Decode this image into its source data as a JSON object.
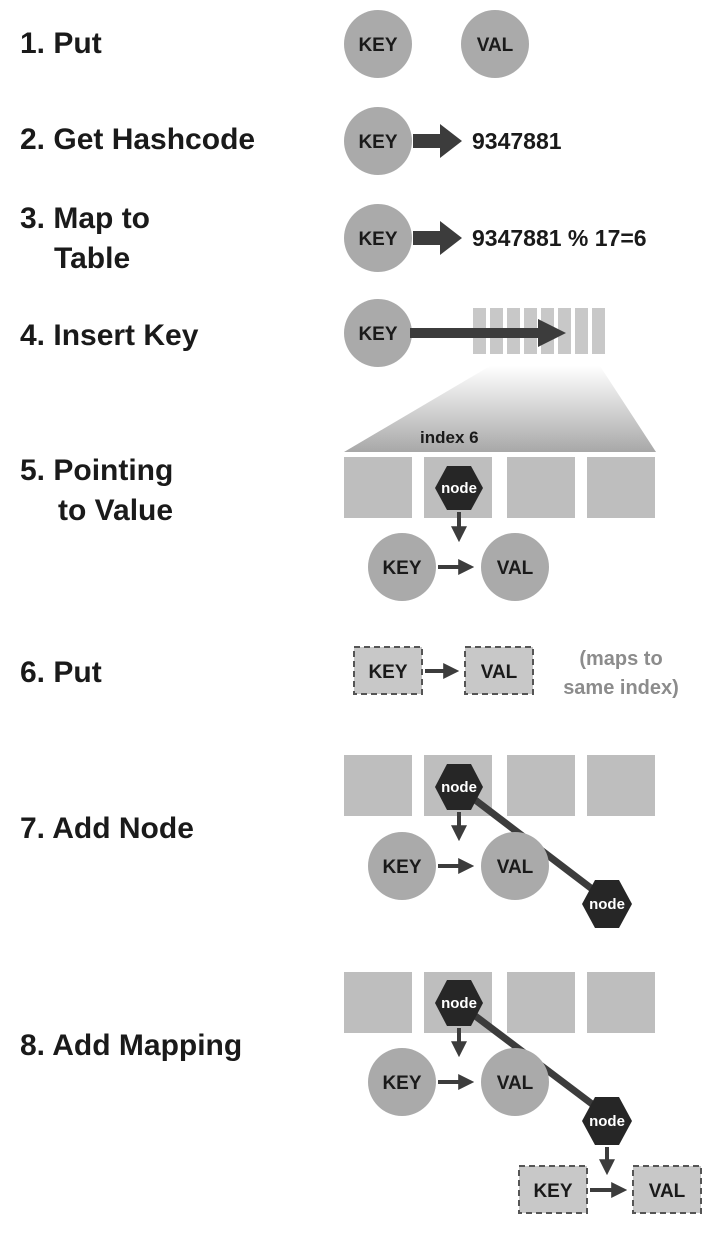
{
  "steps": [
    {
      "label": "1. Put"
    },
    {
      "label": "2. Get Hashcode"
    },
    {
      "label": "3. Map to",
      "label2": "Table"
    },
    {
      "label": "4. Insert Key"
    },
    {
      "label": "5. Pointing",
      "label2": "to Value"
    },
    {
      "label": "6. Put"
    },
    {
      "label": "7. Add Node"
    },
    {
      "label": "8. Add Mapping"
    }
  ],
  "labels": {
    "key": "KEY",
    "val": "VAL",
    "node": "node",
    "hashcode": "9347881",
    "mapping": "9347881 % 17=6",
    "index": "index 6",
    "note_line1": "(maps to",
    "note_line2": "same index)"
  },
  "colors": {
    "circle": "#aaaaaa",
    "cell": "#bebebe",
    "arrow": "#3c3c3c",
    "node": "#262626",
    "note": "#8c8c8c"
  }
}
